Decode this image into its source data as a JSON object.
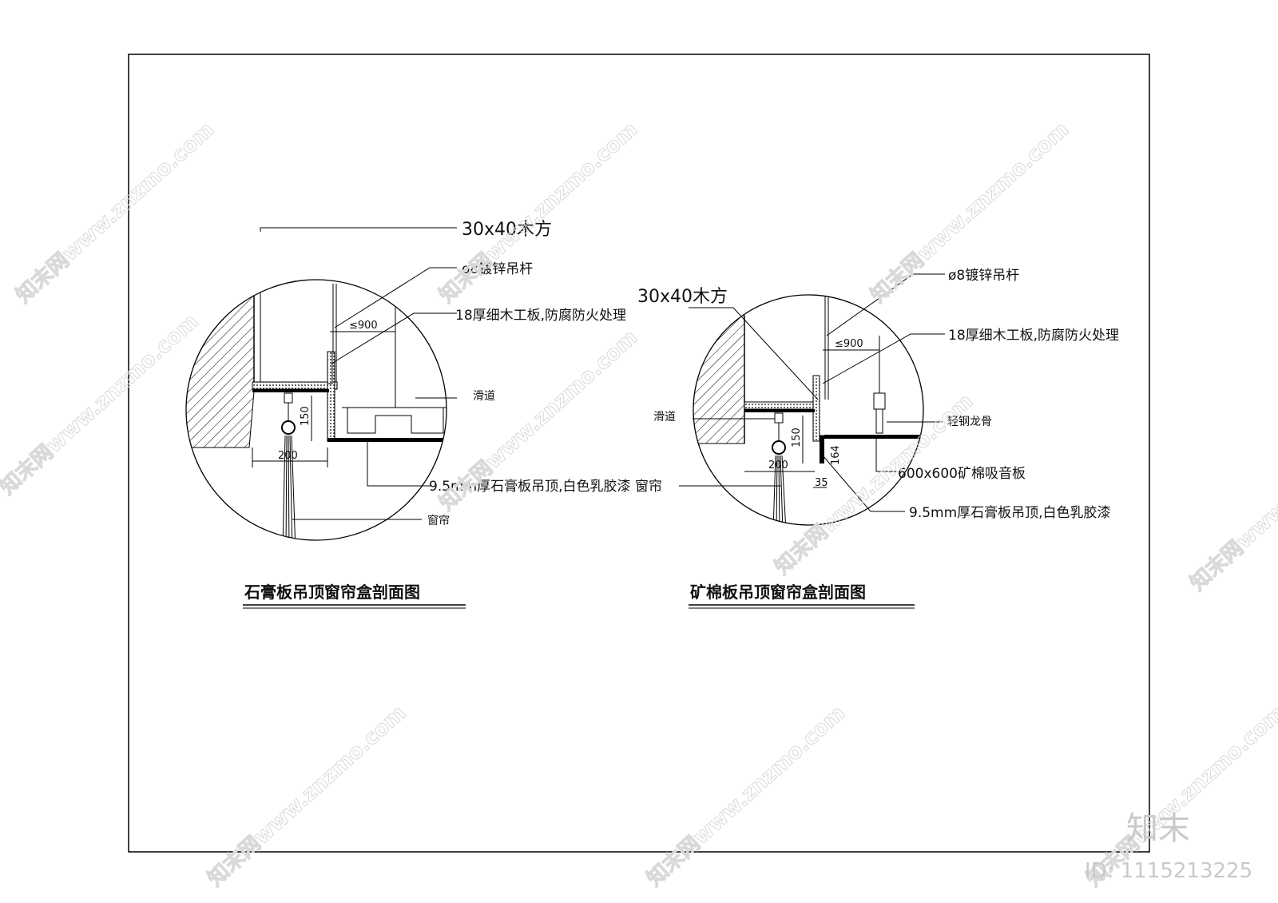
{
  "left_detail": {
    "title": "石膏板吊顶窗帘盒剖面图",
    "wood_batten": "30x40木方",
    "rod": "ø8镀锌吊杆",
    "plywood": "18厚细木工板,防腐防火处理",
    "track": "滑道",
    "gypsum": "9.5mm厚石膏板吊顶,白色乳胶漆 窗帘",
    "curtain": "窗帘",
    "dim_spacing": "≤900",
    "dim_height": "150",
    "dim_width": "200"
  },
  "right_detail": {
    "title": "矿棉板吊顶窗帘盒剖面图",
    "wood_batten": "30x40木方",
    "rod": "ø8镀锌吊杆",
    "plywood": "18厚细木工板,防腐防火处理",
    "track": "滑道",
    "keel": "轻钢龙骨",
    "mineral_board": "600x600矿棉吸音板",
    "gypsum": "9.5mm厚石膏板吊顶,白色乳胶漆",
    "dim_spacing": "≤900",
    "dim_height": "150",
    "dim_width": "200",
    "dim_offset": "35",
    "dim_thickness": "164"
  },
  "watermark": {
    "text": "知末网www.znzmo.com",
    "brand": "知末",
    "id_label": "ID: 1115213225"
  }
}
